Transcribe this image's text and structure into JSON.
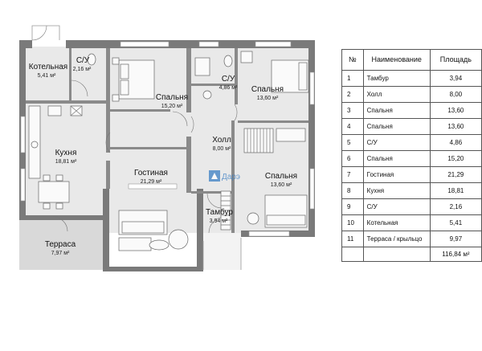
{
  "rooms": [
    {
      "key": "kotelnaya",
      "name": "Котельная",
      "area": "5,41 м²"
    },
    {
      "key": "su_small",
      "name": "С/У",
      "area": "2,16 м²"
    },
    {
      "key": "spalnya_1520",
      "name": "Спальня",
      "area": "15,20 м²"
    },
    {
      "key": "su_486",
      "name": "С/У",
      "area": "4,86 м²"
    },
    {
      "key": "spalnya_top",
      "name": "Спальня",
      "area": "13,60 м²"
    },
    {
      "key": "kuhnya",
      "name": "Кухня",
      "area": "18,81 м²"
    },
    {
      "key": "holl",
      "name": "Холл",
      "area": "8,00 м²"
    },
    {
      "key": "gostinaya",
      "name": "Гостиная",
      "area": "21,29 м²"
    },
    {
      "key": "spalnya_bottom",
      "name": "Спальня",
      "area": "13,60 м²"
    },
    {
      "key": "tambur",
      "name": "Тамбур",
      "area": "3,94 м²"
    },
    {
      "key": "terrasa",
      "name": "Терраса",
      "area": "7,97 м²"
    }
  ],
  "watermark": "Дарэ",
  "table": {
    "headers": {
      "num": "№",
      "name": "Наименование",
      "area": "Площадь"
    },
    "rows": [
      {
        "num": "1",
        "name": "Тамбур",
        "area": "3,94"
      },
      {
        "num": "2",
        "name": "Холл",
        "area": "8,00"
      },
      {
        "num": "3",
        "name": "Спальня",
        "area": "13,60"
      },
      {
        "num": "4",
        "name": "Спальня",
        "area": "13,60"
      },
      {
        "num": "5",
        "name": "С/У",
        "area": "4,86"
      },
      {
        "num": "6",
        "name": "Спальня",
        "area": "15,20"
      },
      {
        "num": "7",
        "name": "Гостиная",
        "area": "21,29"
      },
      {
        "num": "8",
        "name": "Кухня",
        "area": "18,81"
      },
      {
        "num": "9",
        "name": "С/У",
        "area": "2,16"
      },
      {
        "num": "10",
        "name": "Котельная",
        "area": "5,41"
      },
      {
        "num": "11",
        "name": "Терраса / крыльцо",
        "area": "9,97"
      }
    ],
    "total": "116,84 м²"
  },
  "colors": {
    "wall": "#7a7a7a",
    "floor": "#e9e9e9",
    "terrace": "#d6d6d6",
    "accent": "#3b7fc4"
  }
}
